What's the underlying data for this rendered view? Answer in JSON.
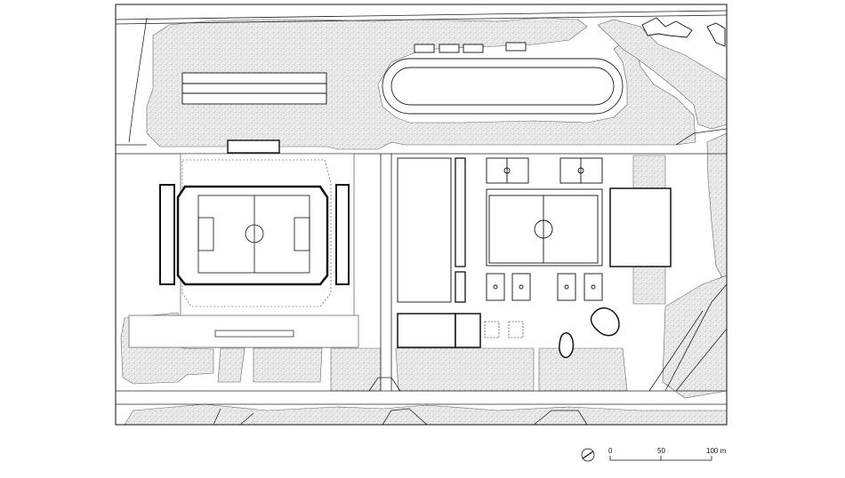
{
  "diagram": {
    "type": "architectural site plan",
    "palette": {
      "line": "#111111",
      "thin_line": "#444444",
      "vegetation_fill": "#e9e9e9",
      "vegetation_texture": "#9a9a9a",
      "paper": "#ffffff"
    },
    "elements": [
      "stadium-with-football-pitch",
      "running-track-oval",
      "training-pitches",
      "sports-hall",
      "wooded-areas",
      "roads-and-paths",
      "surrounding-buildings"
    ],
    "north_arrow_icon": "north-arrow-icon",
    "scale_bar": {
      "labels": [
        "0",
        "50",
        "100 m"
      ]
    }
  }
}
